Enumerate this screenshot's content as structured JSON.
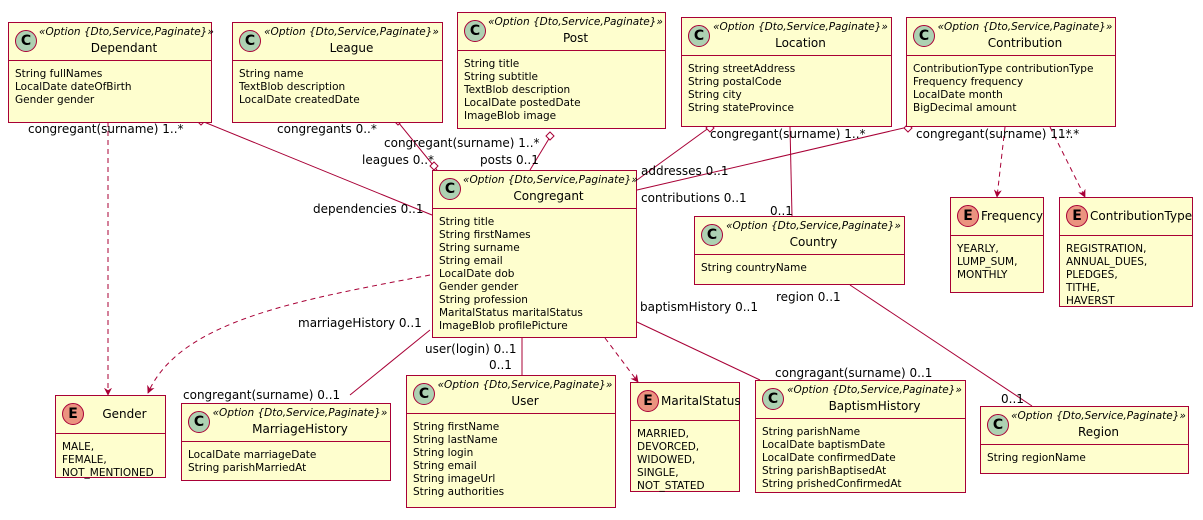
{
  "stereotype": "«Option {Dto,Service,Paginate}»",
  "classes": {
    "dependant": {
      "name": "Dependant",
      "fields": [
        "String fullNames",
        "LocalDate dateOfBirth",
        "Gender gender"
      ]
    },
    "league": {
      "name": "League",
      "fields": [
        "String name",
        "TextBlob description",
        "LocalDate createdDate"
      ]
    },
    "post": {
      "name": "Post",
      "fields": [
        "String title",
        "String subtitle",
        "TextBlob description",
        "LocalDate postedDate",
        "ImageBlob image"
      ]
    },
    "location": {
      "name": "Location",
      "fields": [
        "String streetAddress",
        "String postalCode",
        "String city",
        "String stateProvince"
      ]
    },
    "contribution": {
      "name": "Contribution",
      "fields": [
        "ContributionType contributionType",
        "Frequency frequency",
        "LocalDate month",
        "BigDecimal amount"
      ]
    },
    "congregant": {
      "name": "Congregant",
      "fields": [
        "String title",
        "String firstNames",
        "String surname",
        "String email",
        "LocalDate dob",
        "Gender gender",
        "String profession",
        "MaritalStatus maritalStatus",
        "ImageBlob profilePicture"
      ]
    },
    "country": {
      "name": "Country",
      "fields": [
        "String countryName"
      ]
    },
    "marriagehistory": {
      "name": "MarriageHistory",
      "fields": [
        "LocalDate marriageDate",
        "String parishMarriedAt"
      ]
    },
    "user": {
      "name": "User",
      "fields": [
        "String firstName",
        "String lastName",
        "String login",
        "String email",
        "String imageUrl",
        "String authorities"
      ]
    },
    "baptismhistory": {
      "name": "BaptismHistory",
      "fields": [
        "String parishName",
        "LocalDate baptismDate",
        "LocalDate confirmedDate",
        "String parishBaptisedAt",
        "String prishedConfirmedAt"
      ]
    },
    "region": {
      "name": "Region",
      "fields": [
        "String regionName"
      ]
    }
  },
  "enums": {
    "gender": {
      "name": "Gender",
      "values": [
        "MALE,",
        "FEMALE,",
        "NOT_MENTIONED"
      ]
    },
    "maritalstatus": {
      "name": "MaritalStatus",
      "values": [
        "MARRIED,",
        "DEVORCED,",
        "WIDOWED,",
        "SINGLE,",
        "NOT_STATED"
      ]
    },
    "frequency": {
      "name": "Frequency",
      "values": [
        "YEARLY,",
        "LUMP_SUM,",
        "MONTHLY"
      ]
    },
    "contributiontype": {
      "name": "ContributionType",
      "values": [
        "REGISTRATION,",
        "ANNUAL_DUES,",
        "PLEDGES,",
        "TITHE,",
        "HAVERST"
      ]
    }
  },
  "labels": {
    "dep_congregant": "congregant(surname)  1..*",
    "league_congregants": "congregants 0..*",
    "post_congregant": "congregant(surname)  1..*",
    "leagues": "leagues 0..*",
    "posts": "posts 0..1",
    "dependencies": "dependencies 0..1",
    "location_congregant": "congregant(surname)  1..*",
    "contribution_congregant": "congregant(surname)  1..*",
    "addresses": "addresses 0..1",
    "contributions": "contributions 0..1",
    "country_mult": "0..1",
    "region": "region 0..1",
    "region_mult": "0..1",
    "contribtype_mult": "1..*",
    "baptism_history": "baptismHistory 0..1",
    "marriage_history": "marriageHistory 0..1",
    "user_login": "user(login) 0..1",
    "user_mult": "0..1",
    "marriage_congregant": "congregant(surname) 0..1",
    "baptism_congragant": "congragant(surname) 0..1"
  }
}
